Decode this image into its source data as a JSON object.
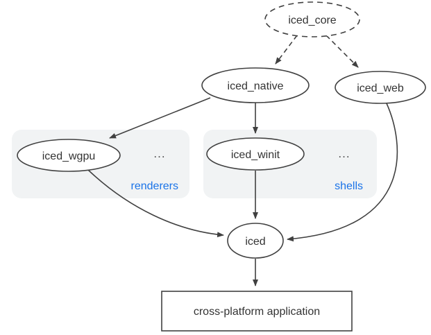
{
  "diagram": {
    "nodes": {
      "iced_core": {
        "label": "iced_core",
        "shape": "ellipse",
        "border": "dashed"
      },
      "iced_native": {
        "label": "iced_native",
        "shape": "ellipse",
        "border": "solid"
      },
      "iced_web": {
        "label": "iced_web",
        "shape": "ellipse",
        "border": "solid"
      },
      "iced_wgpu": {
        "label": "iced_wgpu",
        "shape": "ellipse",
        "border": "solid",
        "group": "renderers"
      },
      "iced_winit": {
        "label": "iced_winit",
        "shape": "ellipse",
        "border": "solid",
        "group": "shells"
      },
      "iced": {
        "label": "iced",
        "shape": "ellipse",
        "border": "solid"
      },
      "application": {
        "label": "cross-platform application",
        "shape": "rect",
        "border": "solid"
      }
    },
    "groups": {
      "renderers": {
        "label": "renderers",
        "ellipsis": "..."
      },
      "shells": {
        "label": "shells",
        "ellipsis": "..."
      }
    },
    "edges": [
      {
        "from": "iced_core",
        "to": "iced_native",
        "style": "dashed"
      },
      {
        "from": "iced_core",
        "to": "iced_web",
        "style": "dashed"
      },
      {
        "from": "iced_native",
        "to": "iced_wgpu",
        "style": "solid"
      },
      {
        "from": "iced_native",
        "to": "iced_winit",
        "style": "solid"
      },
      {
        "from": "iced_winit",
        "to": "iced",
        "style": "solid"
      },
      {
        "from": "iced_wgpu",
        "to": "iced",
        "style": "solid"
      },
      {
        "from": "iced_web",
        "to": "iced",
        "style": "solid"
      },
      {
        "from": "iced",
        "to": "application",
        "style": "solid"
      }
    ],
    "colors": {
      "background": "#ffffff",
      "node_stroke": "#404040",
      "node_fill": "#ffffff",
      "text": "#333333",
      "group_background": "#f1f3f4",
      "group_label": "#1a73e8"
    }
  }
}
